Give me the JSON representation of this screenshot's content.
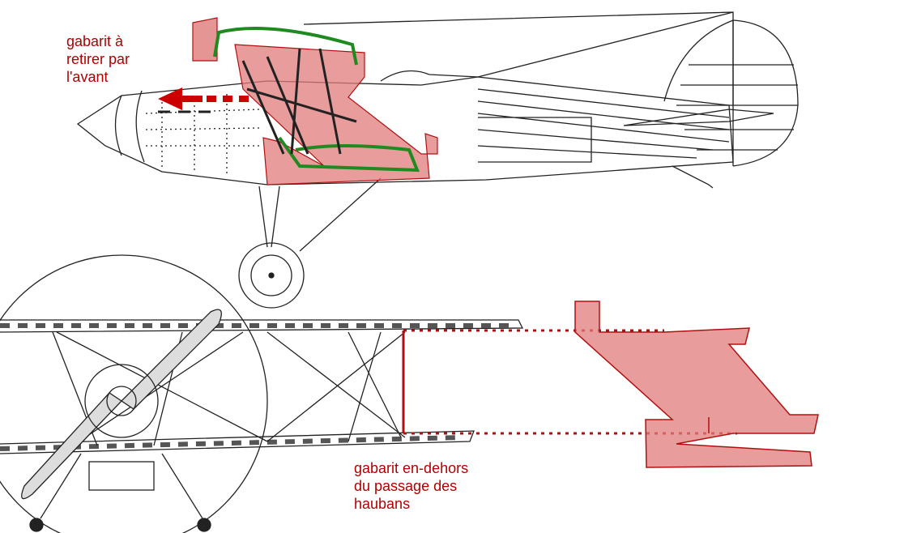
{
  "annotations": {
    "front_removal": [
      "gabarit à",
      "retirer par",
      "l'avant"
    ],
    "outside_struts": [
      "gabarit en-dehors",
      "du passage des",
      "haubans"
    ]
  },
  "colors": {
    "annotation_text": "#b00000",
    "jig_fill": "#e07b7b",
    "jig_stroke": "#b01010",
    "wing_outline": "#1f8a1f",
    "line_art": "#222222",
    "arrow": "#cc0000"
  }
}
